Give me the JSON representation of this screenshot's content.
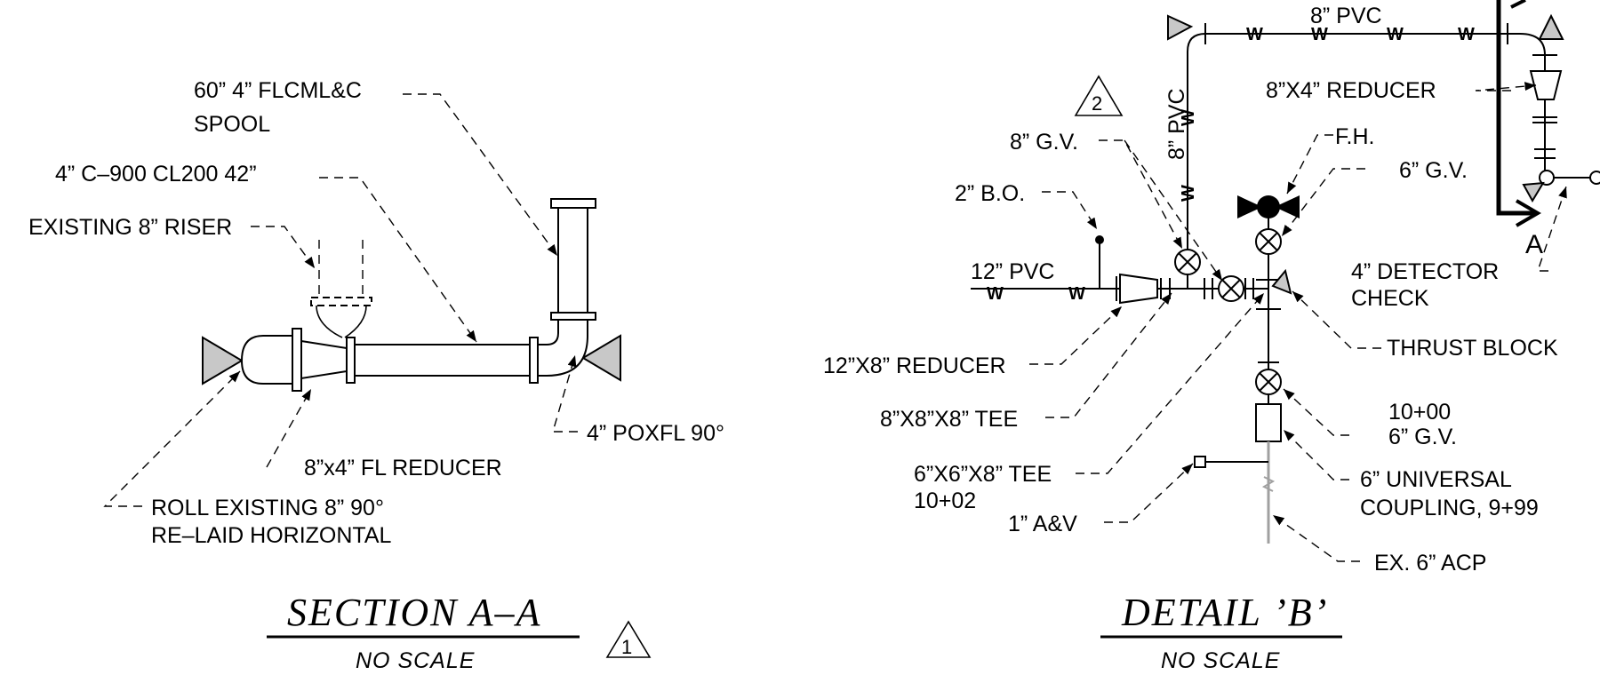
{
  "section_aa": {
    "labels": {
      "spool_line1": "60” 4” FLCML&C",
      "spool_line2": "SPOOL",
      "pipe": "4” C–900 CL200 42”",
      "riser": "EXISTING 8” RISER",
      "reducer": "8”x4” FL REDUCER",
      "ell": "4” POXFL 90°",
      "roll_line1": "ROLL EXISTING 8” 90°",
      "roll_line2": "RE–LAID HORIZONTAL"
    },
    "title": "SECTION A–A",
    "scale": "NO SCALE",
    "revision": "1"
  },
  "detail_b": {
    "labels": {
      "pvc_top": "8” PVC",
      "pvc_vertical": "8” PVC",
      "reducer_8x4": "8”X4” REDUCER",
      "fh": "F.H.",
      "gv8": "8” G.V.",
      "gv6_top": "6” G.V.",
      "bo": "2” B.O.",
      "pvc12": "12” PVC",
      "detector_line1": "4” DETECTOR",
      "detector_line2": "CHECK",
      "thrust": "THRUST BLOCK",
      "reducer_12x8": "12”X8” REDUCER",
      "tee_8x8x8": "8”X8”X8” TEE",
      "sta_1000": "10+00",
      "gv6_low": "6” G.V.",
      "tee_6x6x8": "6”X6”X8” TEE",
      "sta_1002": "10+02",
      "coupling_line1": "6” UNIVERSAL",
      "coupling_line2": "COUPLING, 9+99",
      "av": "1” A&V",
      "acp": "EX. 6” ACP",
      "w": "W",
      "section_mark": "A"
    },
    "title": "DETAIL ’B’",
    "scale": "NO SCALE",
    "revision": "2"
  },
  "colors": {
    "ink": "#000000",
    "thrust_fill": "#c8c8c8",
    "existing_pipe": "#a0a0a0"
  }
}
